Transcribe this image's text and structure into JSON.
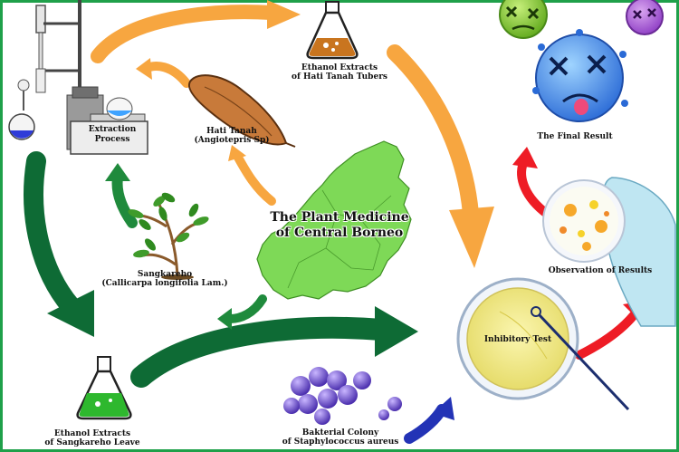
{
  "title": "The Plant Medicine of Central Borneo",
  "title_lines": [
    "The Plant Medicine",
    "of Central Borneo"
  ],
  "nodes": {
    "extraction": {
      "line1": "Extraction",
      "line2": "Process"
    },
    "ethanol_hati": {
      "line1": "Ethanol Extracts",
      "line2": "of Hati Tanah  Tubers"
    },
    "hati_tanah": {
      "line1": "Hati Tanah",
      "line2": "(Angiotepris Sp)"
    },
    "sangkareho": {
      "line1": "Sangkareho",
      "line2": "(Callicarpa longifolia Lam.)"
    },
    "ethanol_sangkareho": {
      "line1": "Ethanol Extracts",
      "line2": "of Sangkareho Leave"
    },
    "bacterial": {
      "line1": "Bakterial Colony",
      "line2": "of Staphylococcus aureus"
    },
    "inhibitory": {
      "label": "Inhibitory Test"
    },
    "observation": {
      "label": "Observation of Results"
    },
    "final": {
      "label": "The Final Result"
    }
  },
  "colors": {
    "frame": "#1fa04a",
    "orange_arrow": "#f7a640",
    "dark_green_arrow": "#0e6b35",
    "green_arrow": "#1f8a3c",
    "red_arrow": "#ee1c25",
    "blue_arrow": "#2333b6",
    "map_green": "#7ed957"
  }
}
